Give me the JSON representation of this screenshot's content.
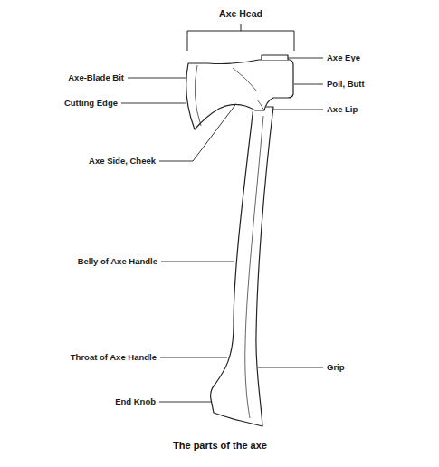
{
  "diagram": {
    "caption": "The parts of the axe",
    "labels": [
      "Axe Head",
      "Axe Eye",
      "Axe-Blade Bit",
      "Poll, Butt",
      "Cutting Edge",
      "Axe Lip",
      "Axe Side, Cheek",
      "Belly of Axe Handle",
      "Throat of Axe Handle",
      "Grip",
      "End Knob"
    ]
  }
}
